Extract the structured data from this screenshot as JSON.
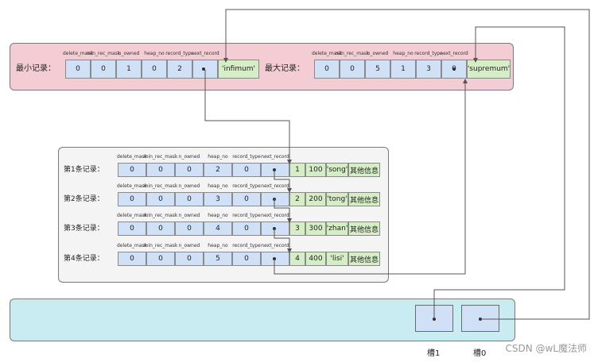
{
  "headers": [
    "delete_mask",
    "min_rec_mask",
    "n_owned",
    "heap_no",
    "record_type",
    "next_record"
  ],
  "min_record": {
    "label": "最小记录：",
    "values": [
      "0",
      "0",
      "1",
      "0",
      "2",
      ""
    ],
    "data": [
      "'infimum'"
    ]
  },
  "max_record": {
    "label": "最大记录：",
    "values": [
      "0",
      "0",
      "5",
      "1",
      "3",
      "0"
    ],
    "data": [
      "'supremum'"
    ]
  },
  "records": [
    {
      "label": "第1条记录：",
      "values": [
        "0",
        "0",
        "0",
        "2",
        "0",
        ""
      ],
      "data": [
        "1",
        "100",
        "'song'",
        "其他信息"
      ]
    },
    {
      "label": "第2条记录：",
      "values": [
        "0",
        "0",
        "0",
        "3",
        "0",
        ""
      ],
      "data": [
        "2",
        "200",
        "'tong'",
        "其他信息"
      ]
    },
    {
      "label": "第3条记录：",
      "values": [
        "0",
        "0",
        "0",
        "4",
        "0",
        ""
      ],
      "data": [
        "3",
        "300",
        "'zhan'",
        "其他信息"
      ]
    },
    {
      "label": "第4条记录：",
      "values": [
        "0",
        "0",
        "0",
        "5",
        "0",
        ""
      ],
      "data": [
        "4",
        "400",
        "'lisi'",
        "其他信息"
      ]
    }
  ],
  "slots": [
    {
      "label": "槽1"
    },
    {
      "label": "槽0"
    }
  ],
  "watermark": "CSDN @wL魔法师",
  "colors": {
    "panel_pink": "#f4cdd4",
    "panel_grey": "#f4f4f4",
    "panel_cyan": "#c9ecf2",
    "header_cell": "#cfe0f7",
    "data_cell": "#d6eec6",
    "arrow": "#555555"
  }
}
